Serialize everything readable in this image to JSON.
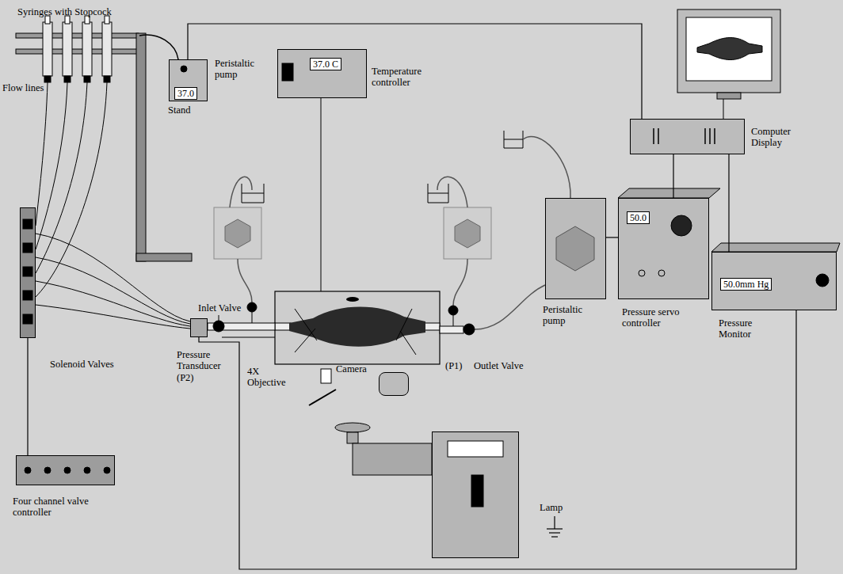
{
  "diagram": {
    "nodes": [
      {
        "text": [
          "37.0",
          "Peristaltic pump"
        ]
      },
      {
        "text": [
          "37.0 C",
          "Temperature controller"
        ]
      },
      {
        "text": [
          "Computer Display"
        ]
      },
      {
        "text": [
          "Peristaltic pump"
        ]
      },
      {
        "text": [
          "50.0",
          "Pressure servo controller"
        ]
      },
      {
        "text": [
          "50.0mm Hg",
          "Pressure Monitor"
        ]
      },
      {
        "text": [
          "Four channel valve controller"
        ]
      },
      {
        "text": [
          "Camera"
        ]
      },
      {
        "text": [
          "Lamp"
        ]
      },
      {
        "text": [
          "Pressure Transducer (P2)"
        ]
      },
      {
        "text": [
          "Solenoid Valves"
        ]
      }
    ],
    "edges": [
      {
        "from": 0,
        "to": 2,
        "arrow": "none"
      },
      {
        "from": 2,
        "to": 4,
        "arrow": "none"
      },
      {
        "from": 2,
        "to": 5,
        "arrow": "none"
      },
      {
        "from": 4,
        "to": 3,
        "arrow": "none"
      },
      {
        "from": 6,
        "to": 10,
        "arrow": "none"
      },
      {
        "from": 9,
        "to": 5,
        "arrow": "none"
      }
    ],
    "labels": [
      "Syringes with Stopcock",
      "Flow lines",
      "Stand",
      "Inlet Valve",
      "4X Objective",
      "(P1)",
      "Outlet Valve"
    ]
  }
}
